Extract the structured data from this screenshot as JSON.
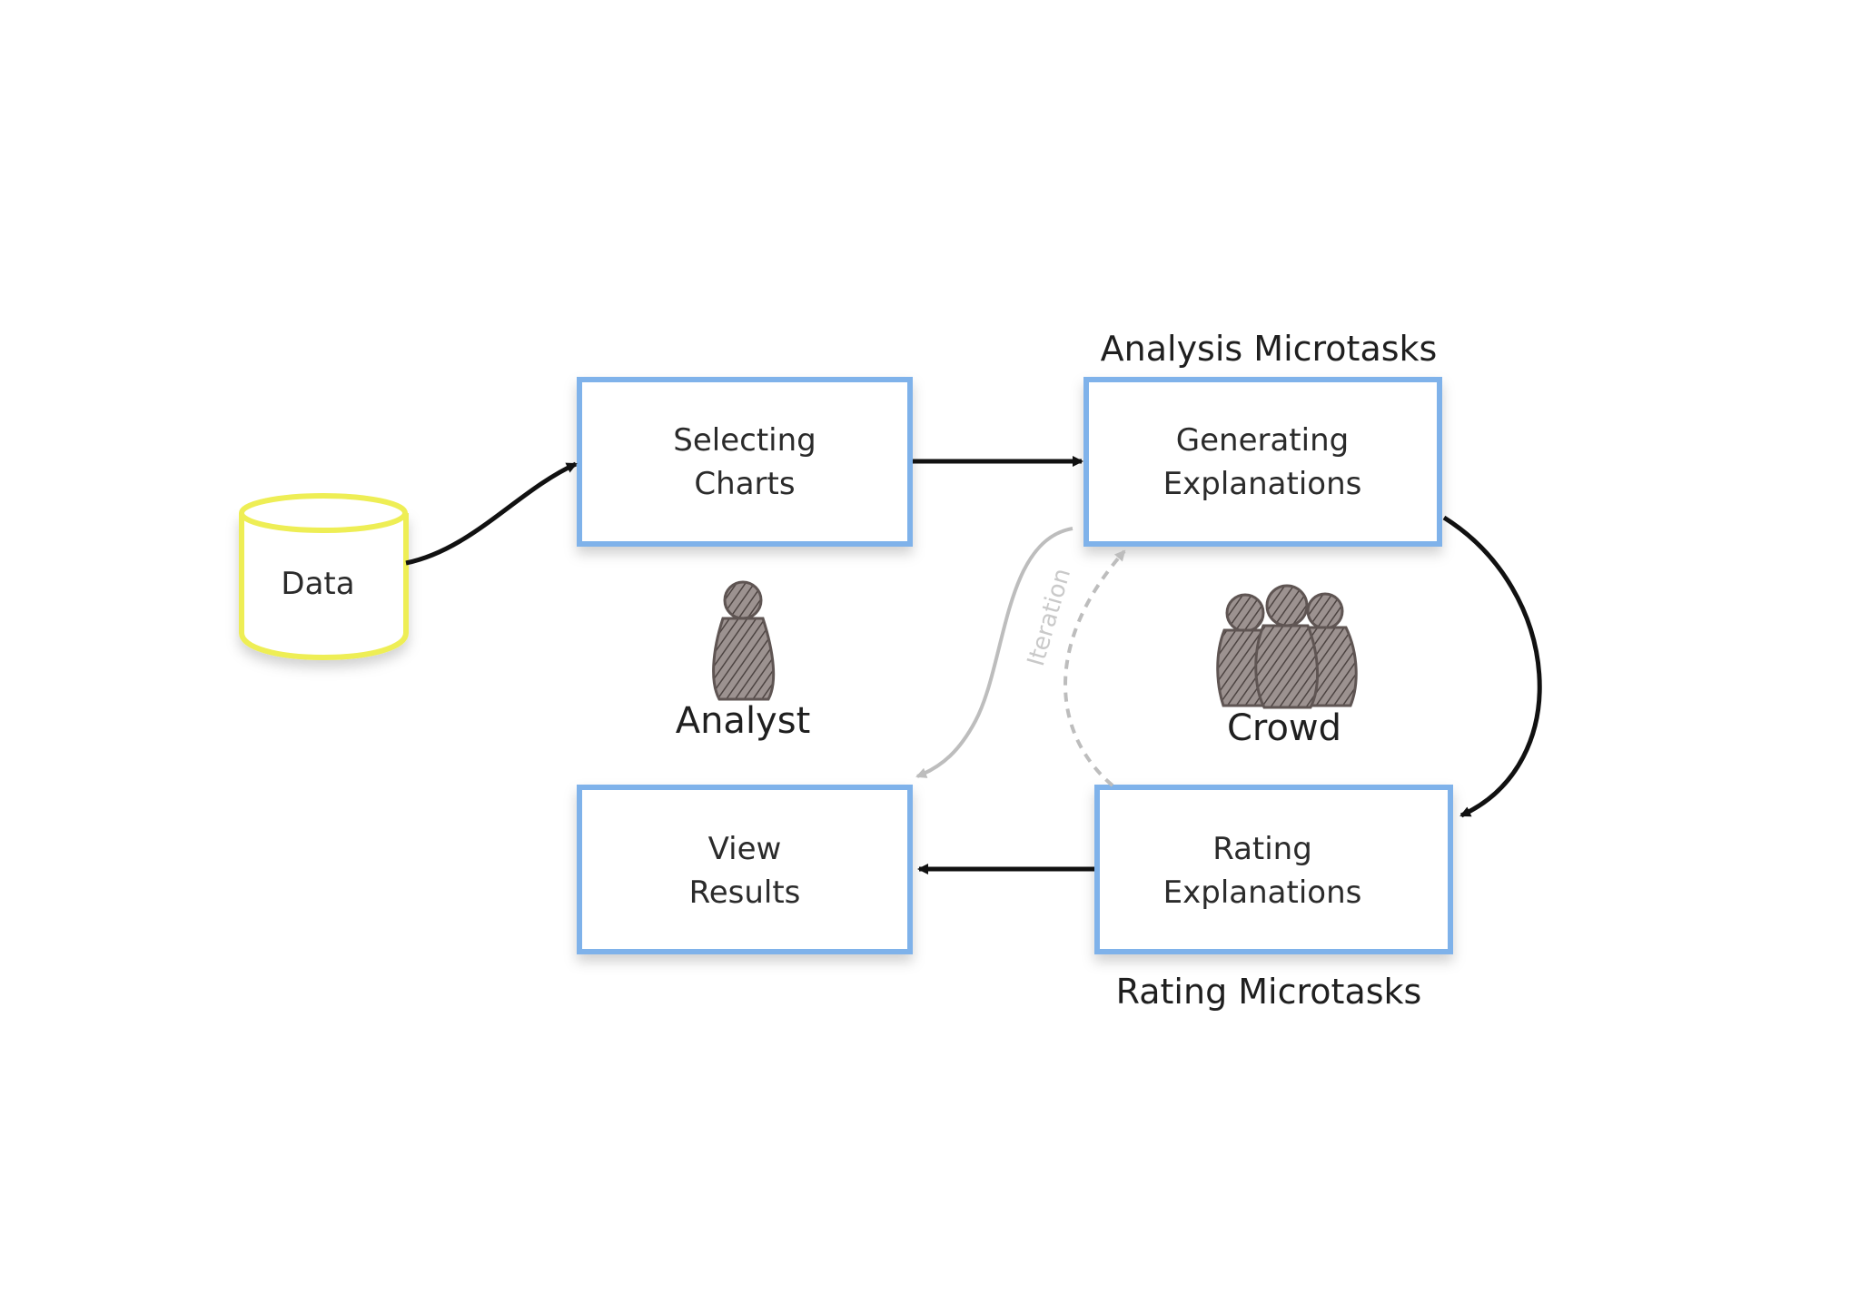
{
  "diagram": {
    "groups": {
      "analysis_label": "Analysis Microtasks",
      "rating_label": "Rating Microtasks"
    },
    "nodes": {
      "data": {
        "label": "Data"
      },
      "selecting_charts": {
        "line1": "Selecting",
        "line2": "Charts"
      },
      "generating_explanations": {
        "line1": "Generating",
        "line2": "Explanations"
      },
      "rating_explanations": {
        "line1": "Rating",
        "line2": "Explanations"
      },
      "view_results": {
        "line1": "View",
        "line2": "Results"
      }
    },
    "actors": {
      "analyst": {
        "label": "Analyst",
        "icon": "person-icon"
      },
      "crowd": {
        "label": "Crowd",
        "icon": "people-group-icon"
      }
    },
    "edges": {
      "iteration_label": "Iteration"
    },
    "colors": {
      "box_border": "#7fb2ea",
      "cylinder_border": "#eeee55",
      "arrow_main": "#111111",
      "arrow_gray": "#bdbdbd",
      "figure_fill": "#6b5f5c"
    }
  }
}
